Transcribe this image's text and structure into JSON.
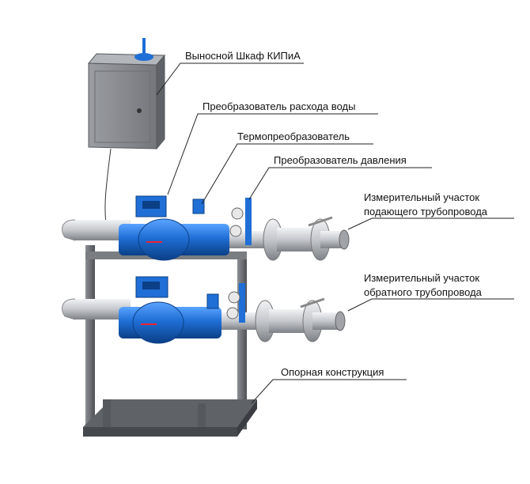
{
  "labels": {
    "cabinet": "Выносной Шкаф КИПиА",
    "flow_converter": "Преобразователь расхода воды",
    "thermo": "Термопреобразователь",
    "pressure": "Преобразователь давления",
    "supply_line1": "Измерительный участок",
    "supply_line2": "подающего трубопровода",
    "return_line1": "Измерительный участок",
    "return_line2": "обратного трубопровода",
    "support": "Опорная конструкция"
  },
  "colors": {
    "pipe_blue": "#1f6fd6",
    "pipe_steel": "#c9ccd1",
    "cabinet": "#8a8d92",
    "frame": "#6d7075",
    "leader": "#222222"
  }
}
